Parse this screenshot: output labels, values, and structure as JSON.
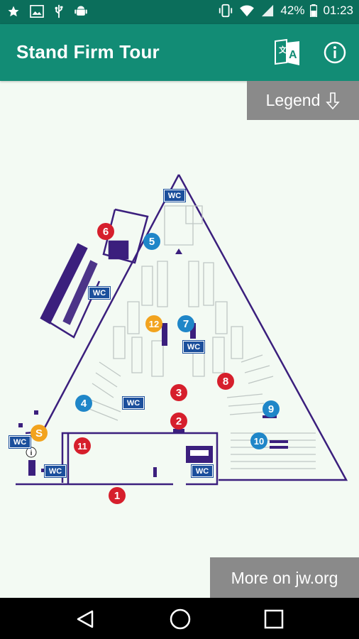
{
  "status_bar": {
    "battery": "42%",
    "time": "01:23",
    "icons": [
      "star-icon",
      "image-icon",
      "usb-icon",
      "android-icon",
      "vibrate-icon",
      "wifi-icon",
      "signal-icon",
      "battery-icon"
    ]
  },
  "app_bar": {
    "title": "Stand Firm Tour",
    "actions": [
      "translate-icon",
      "info-icon"
    ]
  },
  "legend_button": {
    "label": "Legend",
    "icon": "arrow-down-icon"
  },
  "more_button": {
    "label": "More on jw.org"
  },
  "map": {
    "markers": [
      {
        "label": "1",
        "color": "red"
      },
      {
        "label": "2",
        "color": "red"
      },
      {
        "label": "3",
        "color": "red"
      },
      {
        "label": "4",
        "color": "blue"
      },
      {
        "label": "5",
        "color": "blue"
      },
      {
        "label": "6",
        "color": "red"
      },
      {
        "label": "7",
        "color": "blue"
      },
      {
        "label": "8",
        "color": "red"
      },
      {
        "label": "9",
        "color": "blue"
      },
      {
        "label": "10",
        "color": "blue"
      },
      {
        "label": "11",
        "color": "red"
      },
      {
        "label": "12",
        "color": "orange"
      },
      {
        "label": "S",
        "color": "orange"
      }
    ],
    "wc_label": "WC",
    "info_label": "i"
  },
  "colors": {
    "status_bar": "#0b6e5b",
    "app_bar": "#128c75",
    "map_background": "#f3faf3",
    "map_lines": "#3b1f7d",
    "marker_red": "#d61f2c",
    "marker_blue": "#1f86c8",
    "marker_orange": "#f2a31e",
    "button_gray": "#8a8a8a"
  }
}
